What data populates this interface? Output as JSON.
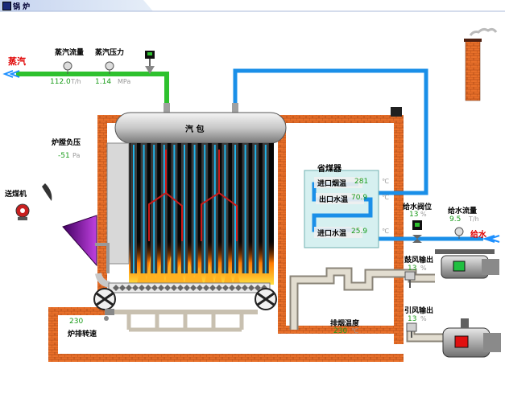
{
  "window": {
    "title": "锅 炉"
  },
  "steam": {
    "label": "蒸汽",
    "flow_label": "蒸汽流量",
    "flow_value": "112.0",
    "flow_unit": "T/h",
    "pressure_label": "蒸汽压力",
    "pressure_value": "1.14",
    "pressure_unit": "MPa"
  },
  "drum": {
    "label": "汽 包"
  },
  "furnace": {
    "pressure_label": "炉膛负压",
    "pressure_value": "-51",
    "pressure_unit": "Pa"
  },
  "coal_feeder": {
    "label": "送煤机"
  },
  "economizer": {
    "title": "省煤器",
    "inlet_flue_label": "进口烟温",
    "inlet_flue_value": "281",
    "inlet_flue_unit": "℃",
    "outlet_water_label": "出口水温",
    "outlet_water_value": "70.9",
    "outlet_water_unit": "℃",
    "inlet_water_label": "进口水温",
    "inlet_water_value": "25.9",
    "inlet_water_unit": "℃"
  },
  "feedwater": {
    "label": "给水",
    "valve_label": "给水阀位",
    "valve_value": "13",
    "valve_unit": "%",
    "flow_label": "给水流量",
    "flow_value": "9.5",
    "flow_unit": "T/h"
  },
  "fd_fan": {
    "label": "鼓风输出",
    "value": "13",
    "unit": "%"
  },
  "id_fan": {
    "label": "引风输出",
    "value": "13",
    "unit": "%"
  },
  "exhaust": {
    "label": "排烟温度",
    "value": "230",
    "unit": "℃"
  },
  "grate": {
    "label": "炉排转速",
    "value": "230"
  },
  "colors": {
    "water": "#1a8fe8",
    "steam": "#2ec12e",
    "brick": "#e8702a",
    "duct": "#c8c0b0",
    "fire": "#ff8800"
  }
}
